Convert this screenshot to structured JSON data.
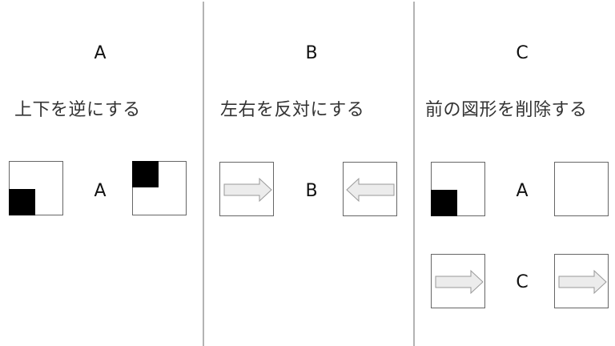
{
  "colors": {
    "background": "#ffffff",
    "divider": "#b3b3b3",
    "box_border": "#666666",
    "filled_square": "#000000",
    "arrow_fill": "#ececec",
    "arrow_stroke": "#999999"
  },
  "panels": [
    {
      "heading": "A",
      "rule": "上下を逆にする",
      "examples": [
        {
          "operator": "A",
          "input": "square-black-bottom-left",
          "output": "square-black-top-left"
        }
      ]
    },
    {
      "heading": "B",
      "rule": "左右を反対にする",
      "examples": [
        {
          "operator": "B",
          "input": "arrow-right",
          "output": "arrow-left"
        }
      ]
    },
    {
      "heading": "C",
      "rule": "前の図形を削除する",
      "examples": [
        {
          "operator": "A",
          "input": "square-black-bottom-left",
          "output": "empty-square"
        },
        {
          "operator": "C",
          "input": "arrow-right",
          "output": "arrow-right"
        }
      ]
    }
  ]
}
